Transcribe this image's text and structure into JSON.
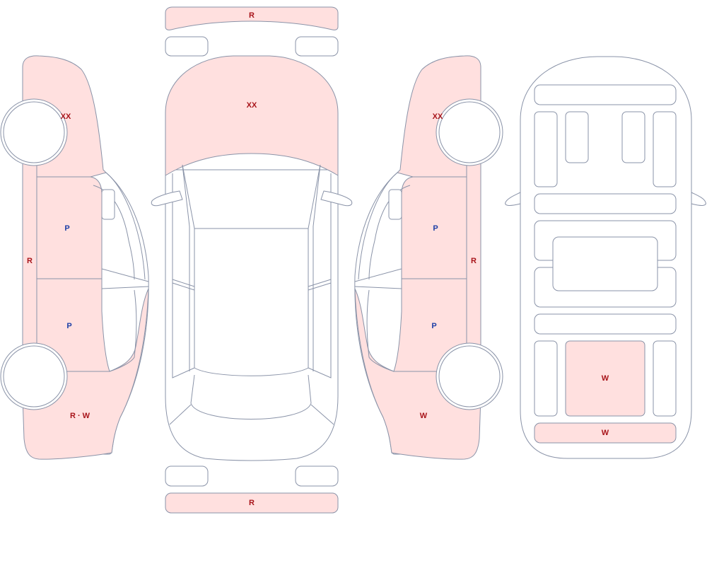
{
  "colors": {
    "damage_fill": "#ffe0df",
    "outline": "#8a93a8",
    "label_red": "#a8141a",
    "label_blue": "#1d3fa6"
  },
  "labels": {
    "top_rear_bumper": "R",
    "top_front_bumper": "R",
    "top_hood": "XX",
    "left_front_fender": "XX",
    "left_front_door": "P",
    "left_rear_door": "P",
    "left_sill": "R",
    "left_rear_quarter": "R · W",
    "right_front_fender": "XX",
    "right_front_door": "P",
    "right_rear_door": "P",
    "right_sill": "R",
    "right_rear_quarter": "W",
    "interior_cargo_floor": "W",
    "interior_rear_panel": "W"
  }
}
